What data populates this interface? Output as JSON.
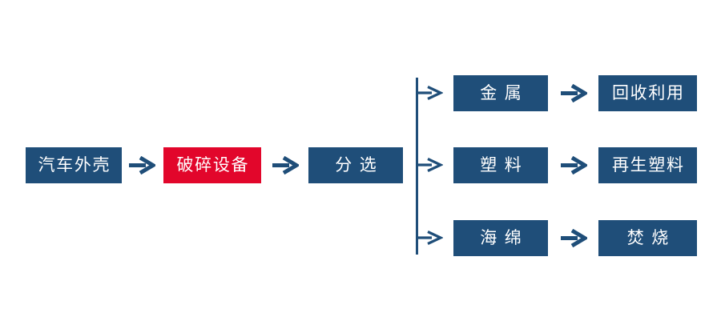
{
  "diagram": {
    "type": "flowchart",
    "description": "Automobile shell recycling process flow",
    "colors": {
      "primary_blue": "#1f4e79",
      "highlight_red": "#e2062b",
      "box_text": "#ffffff",
      "background": "#ffffff"
    },
    "main_flow": [
      {
        "label": "汽车外壳",
        "variant": "blue"
      },
      {
        "label": "破碎设备",
        "variant": "red"
      },
      {
        "label": "分选",
        "variant": "blue"
      }
    ],
    "branches": [
      {
        "material": "金属",
        "result": "回收利用"
      },
      {
        "material": "塑料",
        "result": "再生塑料"
      },
      {
        "material": "海绵",
        "result": "焚烧"
      }
    ]
  }
}
